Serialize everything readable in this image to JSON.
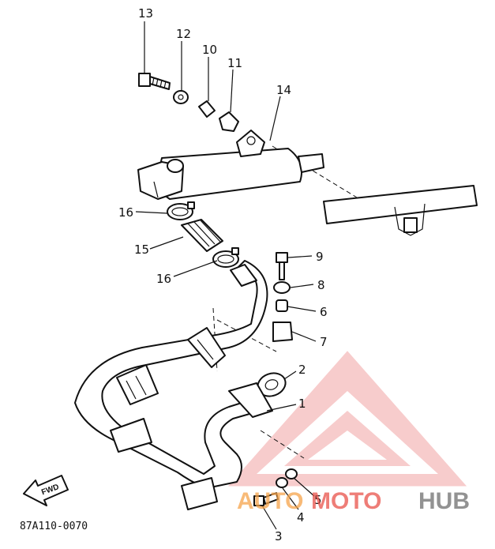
{
  "callouts": [
    {
      "id": "13",
      "label": "13"
    },
    {
      "id": "12",
      "label": "12"
    },
    {
      "id": "10",
      "label": "10"
    },
    {
      "id": "11",
      "label": "11"
    },
    {
      "id": "14",
      "label": "14"
    },
    {
      "id": "16a",
      "label": "16"
    },
    {
      "id": "15",
      "label": "15"
    },
    {
      "id": "16b",
      "label": "16"
    },
    {
      "id": "9",
      "label": "9"
    },
    {
      "id": "8",
      "label": "8"
    },
    {
      "id": "6",
      "label": "6"
    },
    {
      "id": "7",
      "label": "7"
    },
    {
      "id": "2",
      "label": "2"
    },
    {
      "id": "1",
      "label": "1"
    },
    {
      "id": "5",
      "label": "5"
    },
    {
      "id": "4",
      "label": "4"
    },
    {
      "id": "3",
      "label": "3"
    }
  ],
  "diagram_code": "87A110-0070",
  "fwd_label": "FWD",
  "watermark": {
    "part1": "AUTO",
    "part2": "MOTO",
    "part3": "HUB",
    "color_orange": "#f5a34a",
    "color_red": "#e8524a",
    "color_gray": "#6d6d6d",
    "logo_color": "#f2a3a3"
  }
}
